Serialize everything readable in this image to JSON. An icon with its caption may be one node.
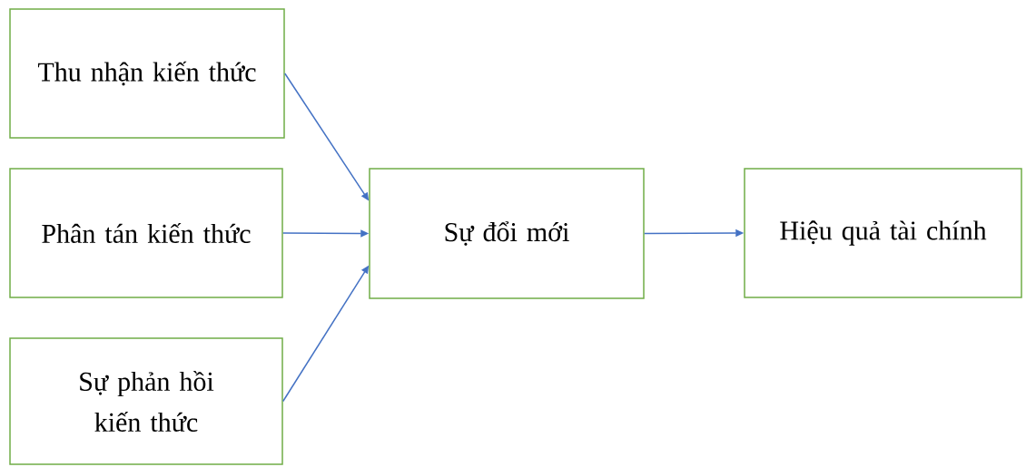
{
  "diagram": {
    "nodes": [
      {
        "text": [
          "Thu nhận kiến thức"
        ]
      },
      {
        "text": [
          "Phân tán kiến thức"
        ]
      },
      {
        "text": [
          "Sự phản hồi kiến thức"
        ]
      },
      {
        "text": [
          "Sự đổi mới"
        ]
      },
      {
        "text": [
          "Hiệu quả tài chính"
        ]
      }
    ],
    "edges": [
      {
        "from": 0,
        "to": 3,
        "arrow": "to"
      },
      {
        "from": 1,
        "to": 3,
        "arrow": "to"
      },
      {
        "from": 2,
        "to": 3,
        "arrow": "to"
      },
      {
        "from": 3,
        "to": 4,
        "arrow": "to"
      }
    ]
  }
}
